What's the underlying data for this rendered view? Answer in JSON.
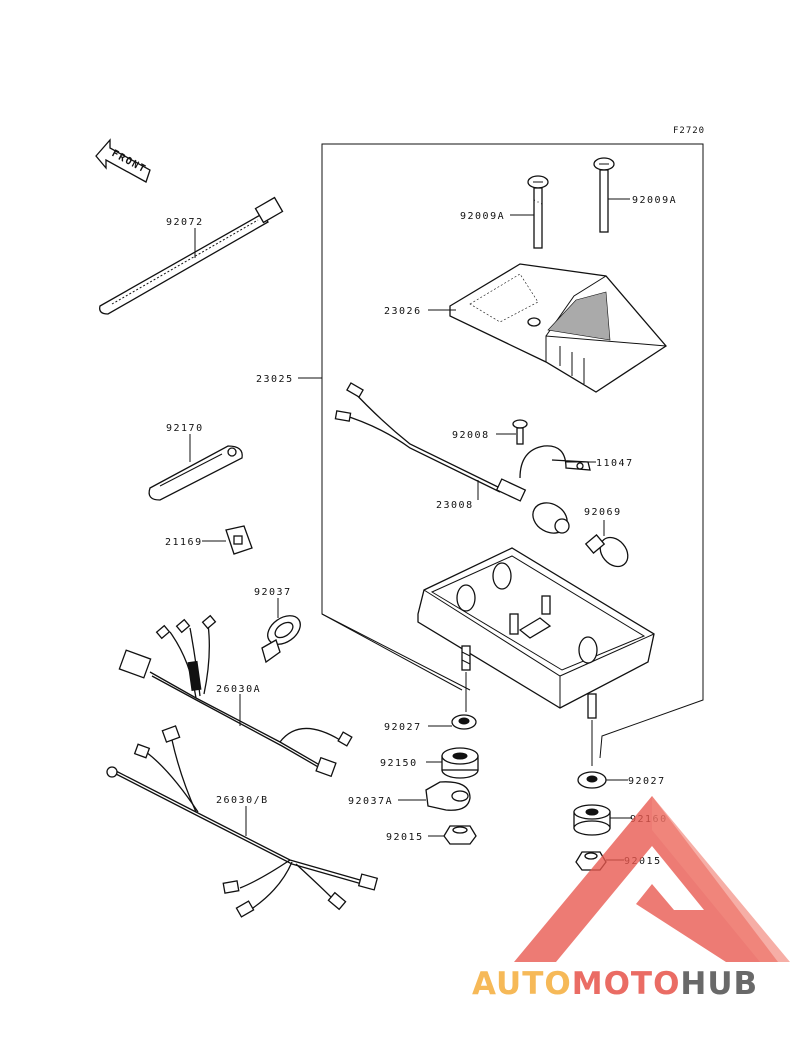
{
  "figure_code": "F2720",
  "front_label": "FRONT",
  "watermark": {
    "part1": "AUTO",
    "part2": "MOTO",
    "part3": "HUB",
    "color1": "#f5b041",
    "color2": "#e8584f",
    "color3": "#555555"
  },
  "parts": {
    "p92072": "92072",
    "p92170": "92170",
    "p21169": "21169",
    "p92037": "92037",
    "p26030A": "26030A",
    "p26030B": "26030/B",
    "p92009A_left": "92009A",
    "p92009A_right": "92009A",
    "p23026": "23026",
    "p23025": "23025",
    "p92008": "92008",
    "p11047": "11047",
    "p23008": "23008",
    "p92069": "92069",
    "p92027_left": "92027",
    "p92150": "92150",
    "p92037A": "92037A",
    "p92015_left": "92015",
    "p92027_right": "92027",
    "p92160": "92160",
    "p92015_right": "92015"
  }
}
